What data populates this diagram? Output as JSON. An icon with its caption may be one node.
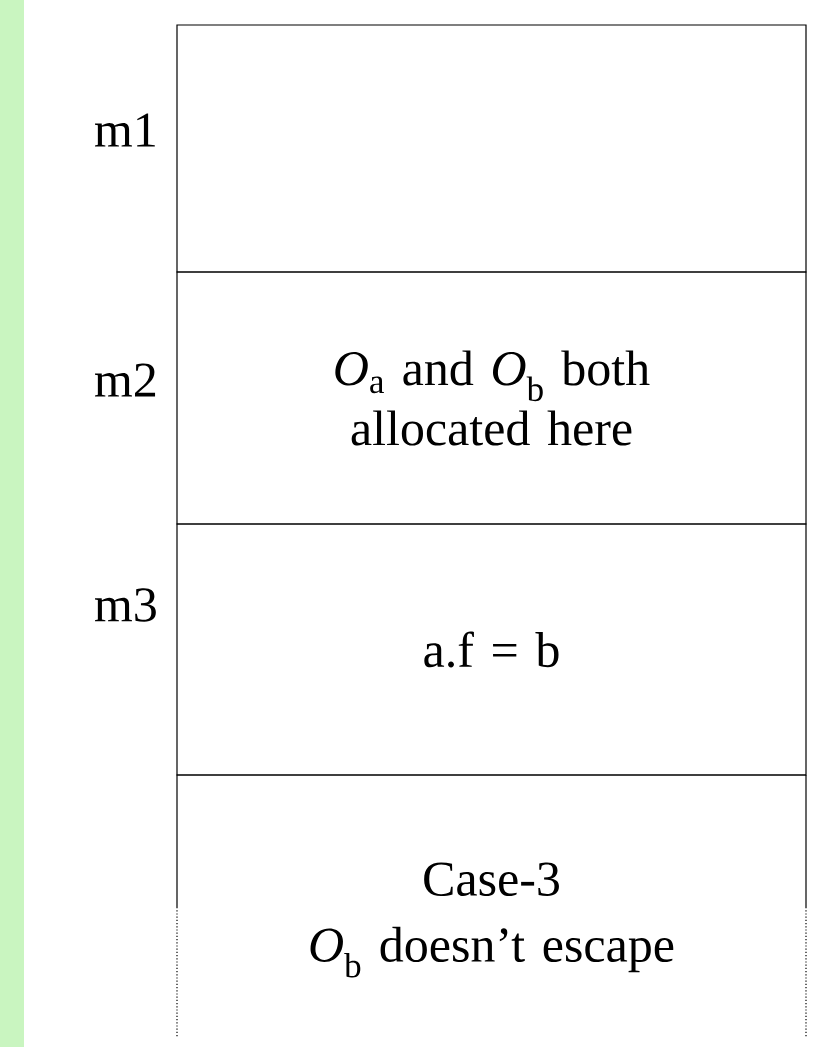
{
  "diagram": {
    "nodes": [
      {
        "text": [],
        "shape": "box",
        "beside": [
          "m1"
        ]
      },
      {
        "text": [
          "*O*$_{a}$ and *O*$_{b}$ both allocated here"
        ],
        "beside": [
          "m2"
        ]
      },
      {
        "text": [
          "a.f = b"
        ],
        "beside": [
          "m3"
        ]
      },
      {
        "text": [
          "Case-3",
          "*O*$_{b}$ doesn’t escape"
        ]
      }
    ]
  }
}
